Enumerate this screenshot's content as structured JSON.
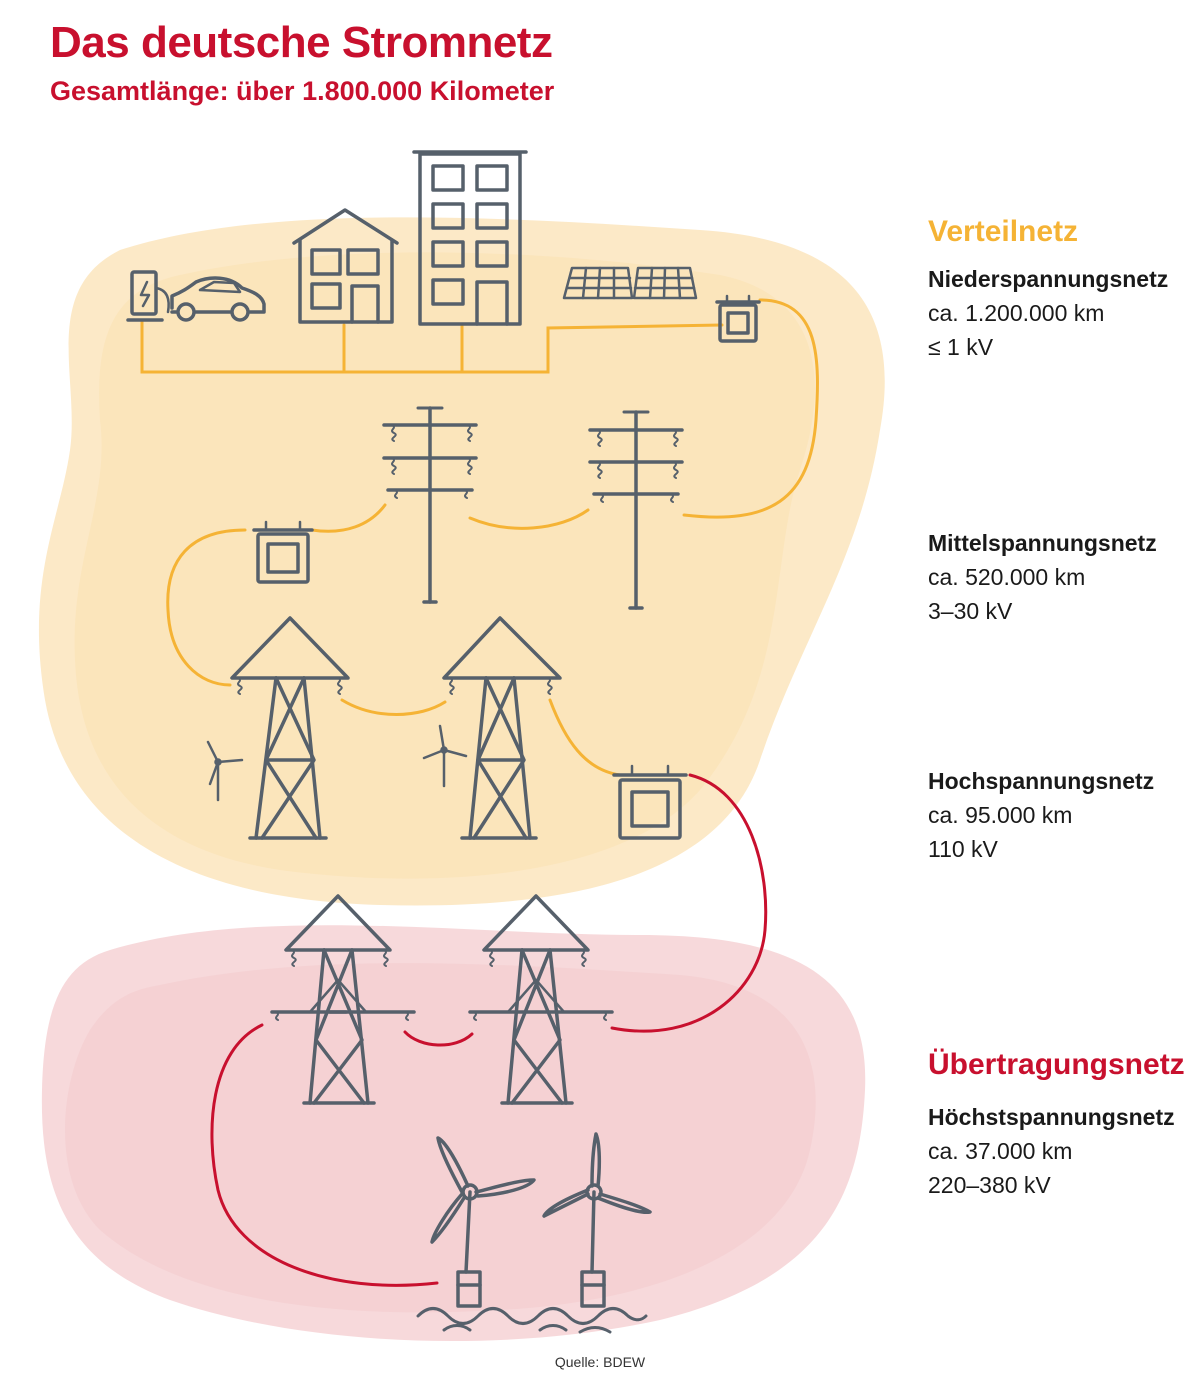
{
  "header": {
    "title": "Das deutsche Stromnetz",
    "subtitle": "Gesamtlänge: über 1.800.000 Kilometer"
  },
  "colors": {
    "accent_red": "#c8102e",
    "accent_orange": "#f5b335",
    "orange_blob": "#fce5bd",
    "red_blob": "#f6d2d5",
    "icon_stroke": "#56606b"
  },
  "categories": {
    "distribution": "Verteilnetz",
    "transmission": "Übertragungsnetz"
  },
  "levels": [
    {
      "name": "Niederspannungsnetz",
      "length": "ca. 1.200.000 km",
      "voltage": "≤ 1 kV"
    },
    {
      "name": "Mittelspannungsnetz",
      "length": "ca. 520.000 km",
      "voltage": "3–30 kV"
    },
    {
      "name": "Hochspannungsnetz",
      "length": "ca. 95.000 km",
      "voltage": "110 kV"
    },
    {
      "name": "Höchstspannungsnetz",
      "length": "ca. 37.000 km",
      "voltage": "220–380 kV"
    }
  ],
  "source": "Quelle: BDEW"
}
